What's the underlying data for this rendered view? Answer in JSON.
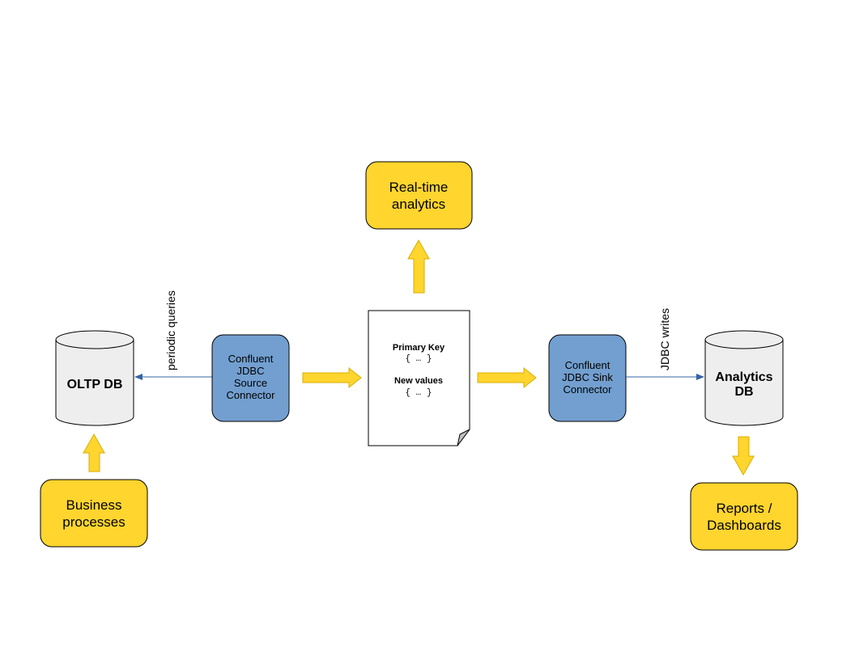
{
  "nodes": {
    "realtime_analytics": {
      "lines": [
        "Real-time",
        "analytics"
      ]
    },
    "business_processes": {
      "lines": [
        "Business",
        "processes"
      ]
    },
    "reports_dashboards": {
      "lines": [
        "Reports /",
        "Dashboards"
      ]
    },
    "source_connector": {
      "lines": [
        "Confluent",
        "JDBC",
        "Source",
        "Connector"
      ]
    },
    "sink_connector": {
      "lines": [
        "Confluent",
        "JDBC Sink",
        "Connector"
      ]
    },
    "oltp_db": {
      "lines": [
        "OLTP DB"
      ]
    },
    "analytics_db": {
      "lines": [
        "Analytics",
        "DB"
      ]
    },
    "message_document": {
      "key_label": "Primary Key",
      "key_value": "{ … }",
      "values_label": "New values",
      "values_value": "{ … }"
    }
  },
  "edges": {
    "periodic_queries": "periodic queries",
    "jdbc_writes": "JDBC writes"
  },
  "colors": {
    "yellow_fill": "#FFD52E",
    "yellow_stroke": "#D9AE00",
    "blue_fill": "#729FCF",
    "blue_line": "#3465A4",
    "db_fill": "#EEEEEE",
    "outline": "#000000"
  }
}
